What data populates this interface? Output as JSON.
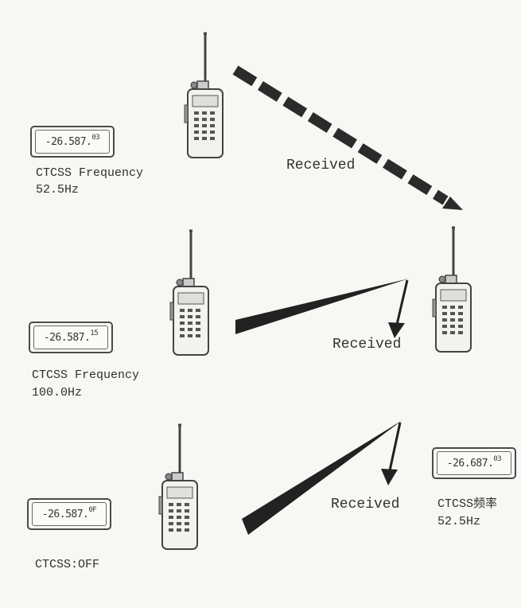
{
  "senders": [
    {
      "display": {
        "digits": "-26.587.",
        "suffix": "03"
      },
      "label_line1": "CTCSS Frequency",
      "label_line2": "52.5Hz"
    },
    {
      "display": {
        "digits": "-26.587.",
        "suffix": "15"
      },
      "label_line1": "CTCSS Frequency",
      "label_line2": "100.0Hz"
    },
    {
      "display": {
        "digits": "-26.587.",
        "suffix": "0F"
      },
      "label_line1": "CTCSS:OFF",
      "label_line2": ""
    }
  ],
  "receiver": {
    "display": {
      "digits": "-26.687.",
      "suffix": "03"
    },
    "label_line1": "CTCSS频率",
    "label_line2": "52.5Hz"
  },
  "signals": [
    {
      "label": "Received",
      "style": "dashed"
    },
    {
      "label": "Received",
      "style": "solid-wedge"
    },
    {
      "label": "Received",
      "style": "solid-wedge"
    }
  ],
  "colors": {
    "ink": "#2a2a2a",
    "wedge": "#222222",
    "paper": "#f7f7f4"
  }
}
